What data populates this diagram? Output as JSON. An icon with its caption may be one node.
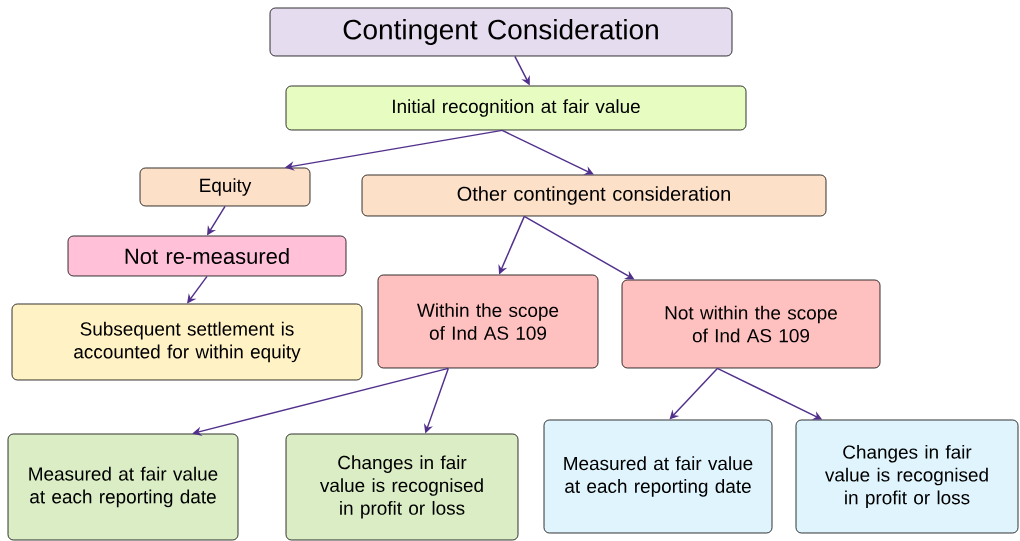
{
  "diagram": {
    "nodes": [
      {
        "text": [
          "Contingent Consideration"
        ]
      },
      {
        "text": [
          "Initial recognition at fair value"
        ]
      },
      {
        "text": [
          "Equity"
        ]
      },
      {
        "text": [
          "Other contingent consideration"
        ]
      },
      {
        "text": [
          "Not re-measured"
        ]
      },
      {
        "text": [
          "Subsequent settlement is accounted for within equity"
        ]
      },
      {
        "text": [
          "Within the scope of Ind AS 109"
        ]
      },
      {
        "text": [
          "Not within the scope of Ind AS 109"
        ]
      },
      {
        "text": [
          "Measured at fair value at each reporting date"
        ]
      },
      {
        "text": [
          "Changes in fair value is recognised in profit or loss"
        ]
      },
      {
        "text": [
          "Measured at fair value at each reporting date"
        ]
      },
      {
        "text": [
          "Changes in fair value is recognised in profit or loss"
        ]
      }
    ],
    "edges": [
      {
        "from": 0,
        "to": 1,
        "arrow": "to"
      },
      {
        "from": 1,
        "to": 2,
        "arrow": "to"
      },
      {
        "from": 1,
        "to": 3,
        "arrow": "to"
      },
      {
        "from": 2,
        "to": 4,
        "arrow": "to"
      },
      {
        "from": 4,
        "to": 5,
        "arrow": "to"
      },
      {
        "from": 3,
        "to": 6,
        "arrow": "to"
      },
      {
        "from": 3,
        "to": 7,
        "arrow": "to"
      },
      {
        "from": 6,
        "to": 8,
        "arrow": "to"
      },
      {
        "from": 6,
        "to": 9,
        "arrow": "to"
      },
      {
        "from": 7,
        "to": 10,
        "arrow": "to"
      },
      {
        "from": 7,
        "to": 11,
        "arrow": "to"
      }
    ]
  }
}
